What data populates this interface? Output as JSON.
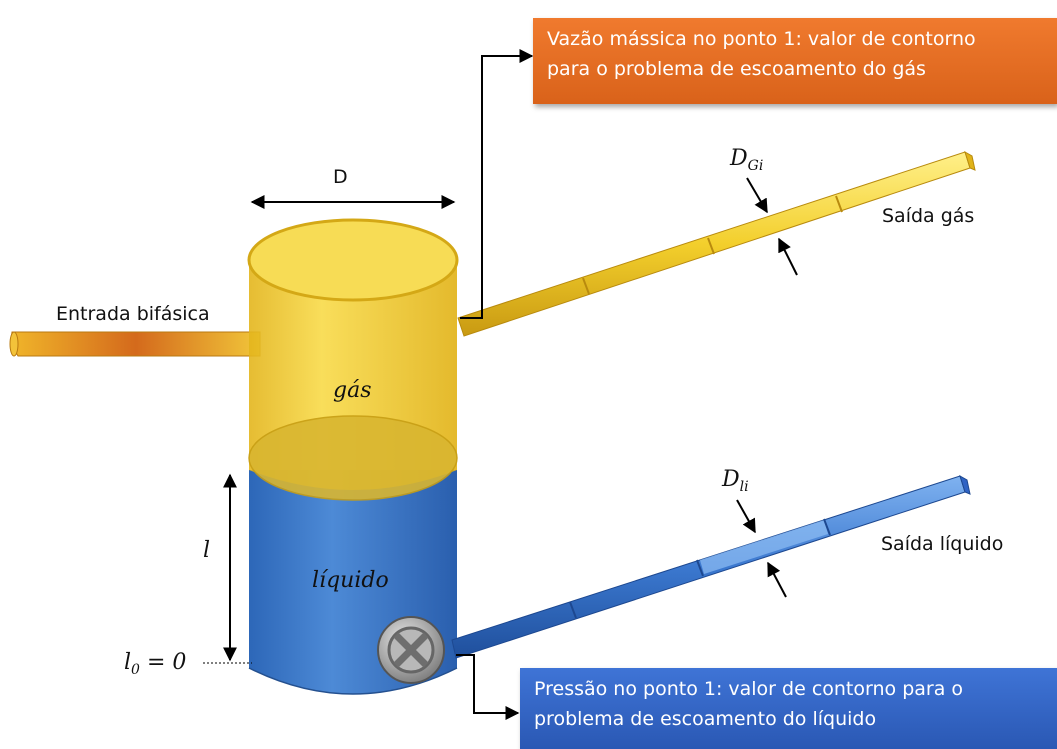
{
  "callouts": {
    "top": {
      "line1": "Vazão mássica no ponto 1: valor de contorno",
      "line2": "para o problema de escoamento do gás"
    },
    "bottom": {
      "line1": "Pressão no ponto 1: valor de contorno para o",
      "line2": "problema de escoamento do líquido"
    }
  },
  "labels": {
    "diameter": "D",
    "inlet": "Entrada bifásica",
    "gas_outlet": "Saída gás",
    "liquid_outlet": "Saída líquido",
    "gas_phase": "gás",
    "liquid_phase": "líquido",
    "level": "l",
    "level_zero_base": "l",
    "level_zero_sub": "0",
    "level_zero_rest": " = 0",
    "gas_pipe_diam_base": "D",
    "gas_pipe_diam_sub": "Gi",
    "liquid_pipe_diam_base": "D",
    "liquid_pipe_diam_sub": "li"
  },
  "colors": {
    "gas": "#f2cf2f",
    "liquid": "#3f7fd0",
    "callout_top": "#e96d24",
    "callout_bottom": "#2f63c4"
  }
}
